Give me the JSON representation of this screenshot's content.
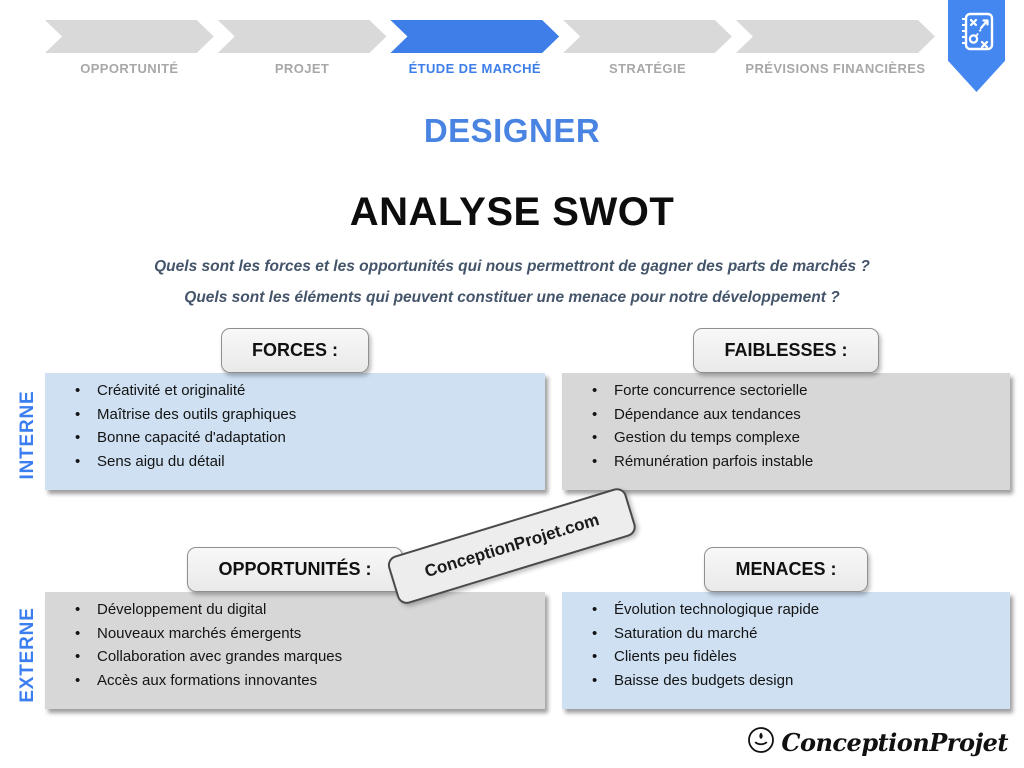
{
  "slide": {
    "process_bar": {
      "steps": [
        {
          "label": "OPPORTUNITÉ",
          "active": false
        },
        {
          "label": "PROJET",
          "active": false
        },
        {
          "label": "ÉTUDE DE MARCHÉ",
          "active": true
        },
        {
          "label": "STRATÉGIE",
          "active": false
        },
        {
          "label": "PRÉVISIONS FINANCIÈRES",
          "active": false
        }
      ]
    },
    "bookmark": {
      "icon": "strategy-tactics-icon"
    },
    "title": "DESIGNER",
    "subtitle": "ANALYSE SWOT",
    "questions": [
      "Quels sont les forces et les opportunités qui nous permettront de gagner des parts de marchés ?",
      "Quels sont les éléments qui peuvent constituer une menace pour notre développement ?"
    ],
    "row_labels": {
      "internal": "INTERNE",
      "external": "EXTERNE"
    },
    "quadrants": {
      "forces": {
        "label": "FORCES :",
        "items": [
          "Créativité et originalité",
          "Maîtrise des outils graphiques",
          "Bonne capacité d'adaptation",
          "Sens aigu du détail"
        ]
      },
      "faiblesses": {
        "label": "FAIBLESSES :",
        "items": [
          "Forte concurrence sectorielle",
          "Dépendance aux tendances",
          "Gestion du temps complexe",
          "Rémunération parfois instable"
        ]
      },
      "opportunites": {
        "label": "OPPORTUNITÉS :",
        "items": [
          "Développement du digital",
          "Nouveaux marchés émergents",
          "Collaboration avec grandes marques",
          "Accès aux formations innovantes"
        ]
      },
      "menaces": {
        "label": "MENACES :",
        "items": [
          "Évolution technologique rapide",
          "Saturation du marché",
          "Clients peu fidèles",
          "Baisse des budgets design"
        ]
      }
    },
    "watermark": "ConceptionProjet.com",
    "footer_logo": "ConceptionProjet",
    "colors": {
      "accent_blue": "#3e7ee8",
      "title_blue": "#4a84e2",
      "side_label_blue": "#3b7ef0",
      "panel_blue": "#cee0f2",
      "panel_gray": "#d7d7d7",
      "arrow_gray": "#d9d9d9",
      "step_label_gray": "#a8a8a8",
      "question_text": "#44546a",
      "bookmark_blue": "#4487f0"
    }
  }
}
